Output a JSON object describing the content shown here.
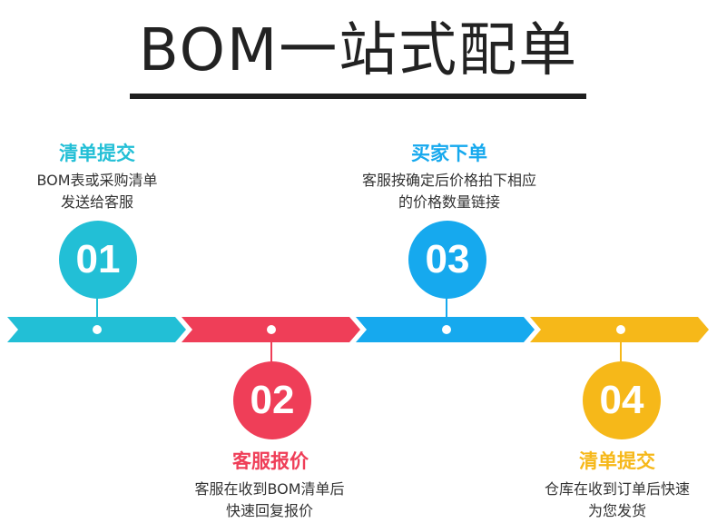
{
  "title": "BOM一站式配单",
  "colors": {
    "teal": "#22bfd6",
    "red": "#ef3e58",
    "blue": "#16a9ee",
    "yellow": "#f6b819"
  },
  "steps": [
    {
      "number": "01",
      "title": "清单提交",
      "desc_line1": "BOM表或采购清单",
      "desc_line2": "发送给客服",
      "color": "#22bfd6"
    },
    {
      "number": "02",
      "title": "客服报价",
      "desc_line1": "客服在收到BOM清单后",
      "desc_line2": "快速回复报价",
      "color": "#ef3e58"
    },
    {
      "number": "03",
      "title": "买家下单",
      "desc_line1": "客服按确定后价格拍下相应",
      "desc_line2": "的价格数量链接",
      "color": "#16a9ee"
    },
    {
      "number": "04",
      "title": "清单提交",
      "desc_line1": "仓库在收到订单后快速",
      "desc_line2": "为您发货",
      "color": "#f6b819"
    }
  ]
}
